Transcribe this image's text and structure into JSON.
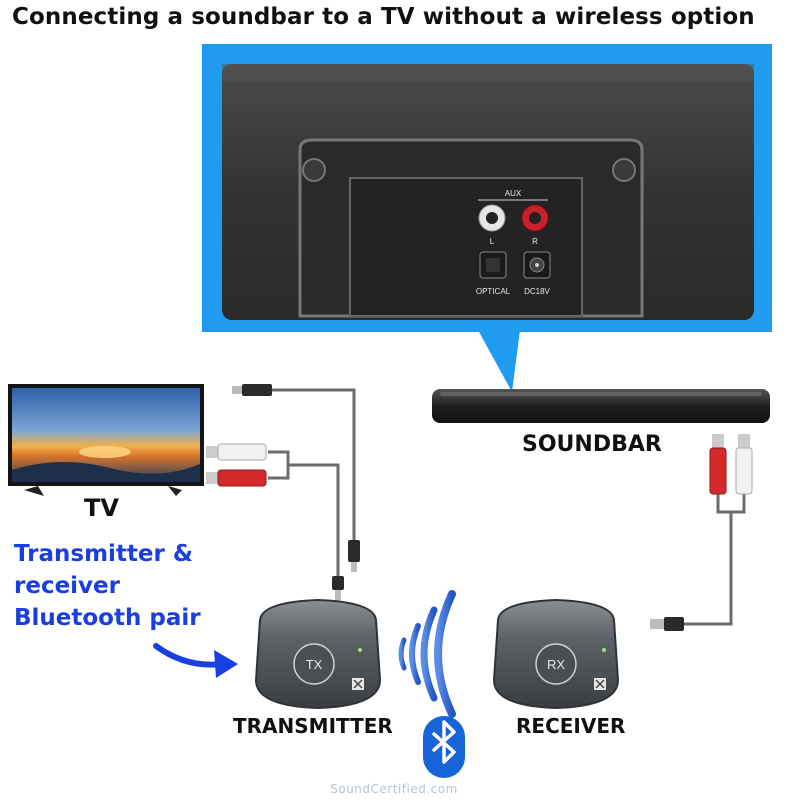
{
  "title": "Connecting a soundbar to a TV without a wireless option",
  "labels": {
    "tv": "TV",
    "soundbar": "SOUNDBAR",
    "transmitter": "TRANSMITTER",
    "receiver": "RECEIVER"
  },
  "callout": {
    "line1": "Transmitter &",
    "line2": "receiver",
    "line3": "Bluetooth pair"
  },
  "soundbar_panel": {
    "aux": "AUX",
    "left": "L",
    "right": "R",
    "optical": "OPTICAL",
    "dc": "DC18V"
  },
  "devices": {
    "tx_badge": "TX",
    "rx_badge": "RX"
  },
  "watermark": "SoundCertified.com",
  "colors": {
    "panel_blue": "#1f9cf0",
    "callout_blue": "#1a3fe0",
    "bluetooth_blue": "#1565d8",
    "rca_red": "#d42a2a"
  }
}
